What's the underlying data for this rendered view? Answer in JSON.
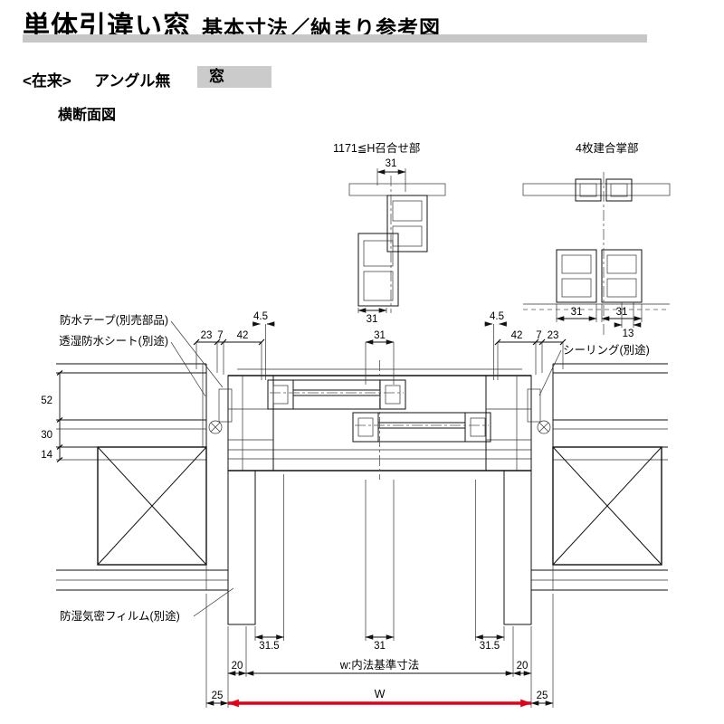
{
  "header": {
    "title": "単体引違い窓",
    "subtitle": "基本寸法／納まり参考図"
  },
  "tags": {
    "conventional": "<在来>",
    "no_angle": "アングル無",
    "window": "窓"
  },
  "section_title": "横断面図",
  "drawing": {
    "labels": {
      "meeting_stile": "1171≦H召合せ部",
      "four_panel_joint": "4枚建合掌部",
      "waterproof_tape": "防水テープ(別売部品)",
      "breathable_sheet": "透湿防水シート(別途)",
      "sealing": "シーリング(別途)",
      "moisture_film": "防湿気密フィルム(別途)",
      "w_inner": "w:内法基準寸法",
      "w_outer": "W"
    },
    "dims": {
      "detail_top_31": "31",
      "detail_bottom_31": "31",
      "joint_31_left": "31",
      "joint_31_right": "31",
      "joint_13": "13",
      "gap_left_45": "4.5",
      "gap_right_45": "4.5",
      "left_23": "23",
      "left_7": "7",
      "left_42": "42",
      "center_31": "31",
      "right_42": "42",
      "right_7": "7",
      "right_23": "23",
      "wall_52": "52",
      "wall_30": "30",
      "wall_14": "14",
      "bottom_315_left": "31.5",
      "bottom_31": "31",
      "bottom_315_right": "31.5",
      "bottom_20_left": "20",
      "bottom_20_right": "20",
      "bottom_25_left": "25",
      "bottom_25_right": "25"
    },
    "colors": {
      "insulation": "#f6e7a9",
      "dimension_w": "#e00019",
      "header_bar": "#c7c7c7",
      "tag_bg": "#cbcbcb"
    }
  }
}
